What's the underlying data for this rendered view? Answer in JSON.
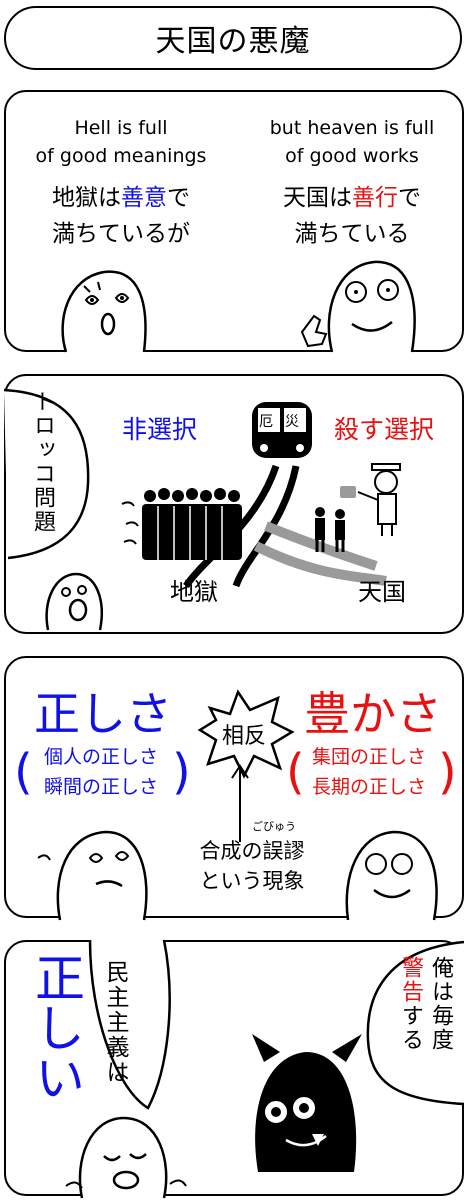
{
  "title": "天国の悪魔",
  "panel1": {
    "left_en": [
      "Hell is full",
      "of good meanings"
    ],
    "left_jp_a": "地獄は",
    "left_jp_b": "善意",
    "left_jp_c": "で",
    "left_jp_d": "満ちているが",
    "right_en": [
      "but heaven is full",
      "of good works"
    ],
    "right_jp_a": "天国は",
    "right_jp_b": "善行",
    "right_jp_c": "で",
    "right_jp_d": "満ちている"
  },
  "panel2": {
    "bubble": "トロッコ問題",
    "left_choice": "非選択",
    "right_choice": "殺す選択",
    "train_sign_1": "厄",
    "train_sign_2": "災",
    "left_dest": "地獄",
    "right_dest": "天国"
  },
  "panel3": {
    "left_title": "正しさ",
    "left_items": [
      "個人の正しさ",
      "瞬間の正しさ"
    ],
    "burst": "相反",
    "right_title": "豊かさ",
    "right_items": [
      "集団の正しさ",
      "長期の正しさ"
    ],
    "ruby": "ごびゅう",
    "caption_1": "合成の誤謬",
    "caption_2": "という現象"
  },
  "panel4": {
    "big": "正しい",
    "bubble_left": "民主主義は",
    "bubble_right_red": "警告",
    "bubble_right_a": "俺は毎度",
    "bubble_right_b": "する"
  },
  "colors": {
    "blue": "#1010e8",
    "red": "#e81010"
  }
}
